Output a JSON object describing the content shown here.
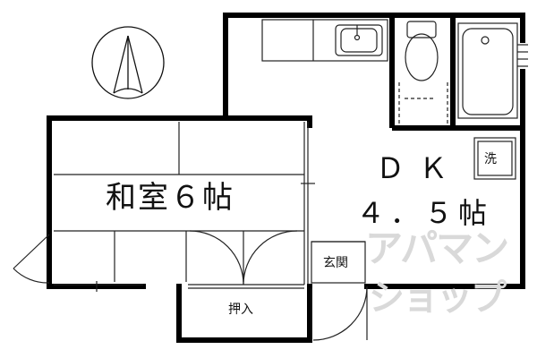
{
  "rooms": {
    "washitsu": "和室６帖",
    "dk": "ＤＫ",
    "dk_size": "４．５帖",
    "genkan": "玄関",
    "oshiire": "押入",
    "sentaku": "洗"
  },
  "watermark": {
    "line1": "アパマン",
    "line2": "ショップ"
  },
  "icons": {
    "compass": "north-arrow-icon",
    "sink": "sink-icon",
    "toilet": "toilet-icon",
    "bathtub": "bathtub-icon",
    "washer": "washer-icon"
  },
  "colors": {
    "wall": "#000000",
    "line": "#222222",
    "watermark": "#d9d9d9"
  }
}
